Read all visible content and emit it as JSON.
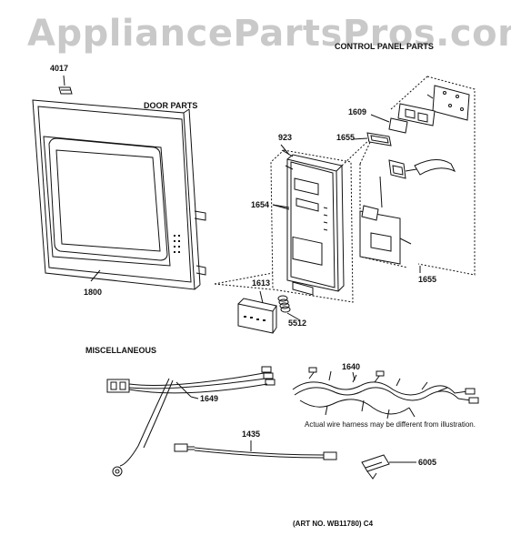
{
  "watermark": "AppliancePartsPros.com",
  "sections": {
    "control_panel": "CONTROL PANEL PARTS",
    "door": "DOOR PARTS",
    "misc": "MISCELLANEOUS"
  },
  "parts": {
    "p4017": "4017",
    "p1800": "1800",
    "p923": "923",
    "p1654": "1654",
    "p1613": "1613",
    "p5512": "5512",
    "p1609": "1609",
    "p1655a": "1655",
    "p1655b": "1655",
    "p1649": "1649",
    "p1640": "1640",
    "p1435": "1435",
    "p6005": "6005"
  },
  "note": "Actual wire harness may be different from illustration.",
  "art_number": "(ART NO. WB11780) C4"
}
